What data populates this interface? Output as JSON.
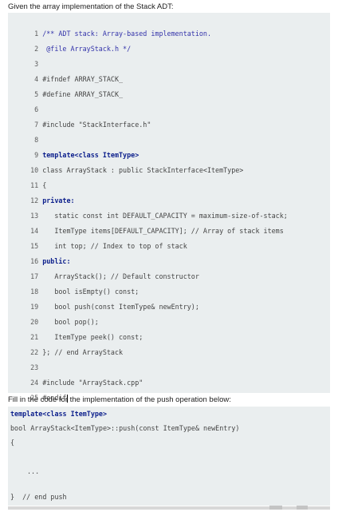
{
  "question": {
    "intro": "Given the array implementation of the Stack ADT:",
    "fill_prompt": "Fill in the code for the implementation of the push operation below:"
  },
  "code_lines": [
    {
      "n": "1",
      "t": "/** ADT stack: Array-based implementation."
    },
    {
      "n": "2",
      "t": " @file ArrayStack.h */"
    },
    {
      "n": "3",
      "t": ""
    },
    {
      "n": "4",
      "t": "#ifndef ARRAY_STACK_"
    },
    {
      "n": "5",
      "t": "#define ARRAY_STACK_"
    },
    {
      "n": "6",
      "t": ""
    },
    {
      "n": "7",
      "t": "#include \"StackInterface.h\""
    },
    {
      "n": "8",
      "t": ""
    },
    {
      "n": "9",
      "t": "template<class ItemType>"
    },
    {
      "n": "10",
      "t": "class ArrayStack : public StackInterface<ItemType>"
    },
    {
      "n": "11",
      "t": "{"
    },
    {
      "n": "12",
      "t": "private:"
    },
    {
      "n": "13",
      "t": "static const int DEFAULT_CAPACITY = maximum-size-of-stack;"
    },
    {
      "n": "14",
      "t": "ItemType items[DEFAULT_CAPACITY]; // Array of stack items"
    },
    {
      "n": "15",
      "t": "int top; // Index to top of stack"
    },
    {
      "n": "16",
      "t": "public:"
    },
    {
      "n": "17",
      "t": "ArrayStack(); // Default constructor"
    },
    {
      "n": "18",
      "t": "bool isEmpty() const;"
    },
    {
      "n": "19",
      "t": "bool push(const ItemType& newEntry);"
    },
    {
      "n": "20",
      "t": "bool pop();"
    },
    {
      "n": "21",
      "t": "ItemType peek() const;"
    },
    {
      "n": "22",
      "t": "}; // end ArrayStack"
    },
    {
      "n": "23",
      "t": ""
    },
    {
      "n": "24",
      "t": "#include \"ArrayStack.cpp\""
    },
    {
      "n": "25",
      "t": "#endif"
    }
  ],
  "answer_box": {
    "line1": "template<class ItemType>",
    "line2": "bool ArrayStack<ItemType>::push(const ItemType& newEntry)",
    "line3": "{",
    "line4": "...",
    "line5": "}  // end push"
  }
}
